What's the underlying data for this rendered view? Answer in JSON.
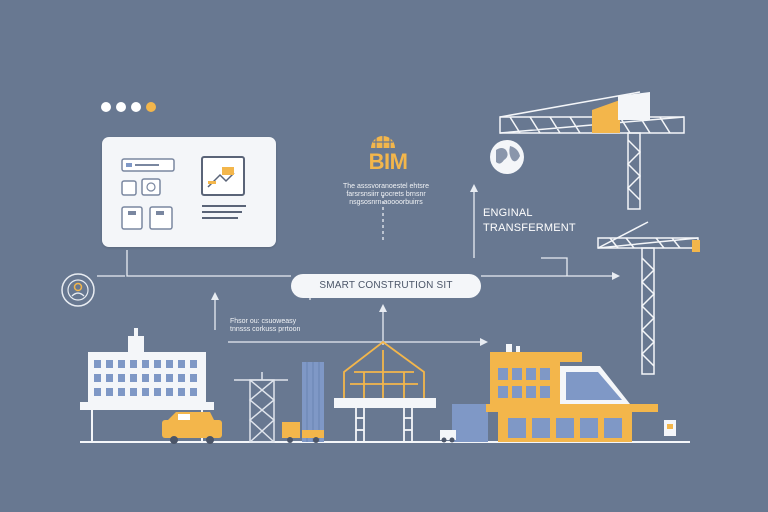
{
  "header": {
    "title": "BIM"
  },
  "notes": {
    "top_center": "The asssvoranoestel ehtsre\nfarsrsnsiirr nocrets  brnsnr\nnsgsosnrn aoooorbuirrs",
    "left_mid": "Fhsor ou: csuoweasy\ntnnsss corkuss prrtoon"
  },
  "side_label": "ENGINAL\nTRANSFERMENT",
  "center_pill": "SMART CONSTRUTION SIT",
  "icons": {
    "status_dots": [
      "dot",
      "dot",
      "dot",
      "dot-accent"
    ],
    "bim_icon": "globe-icon",
    "globe": "globe-icon",
    "user": "user-icon"
  },
  "colors": {
    "background": "#687891",
    "accent": "#f3b64b",
    "panel": "#f4f6f9",
    "line": "#e8ecf2",
    "building_blue": "#7f98c6"
  }
}
